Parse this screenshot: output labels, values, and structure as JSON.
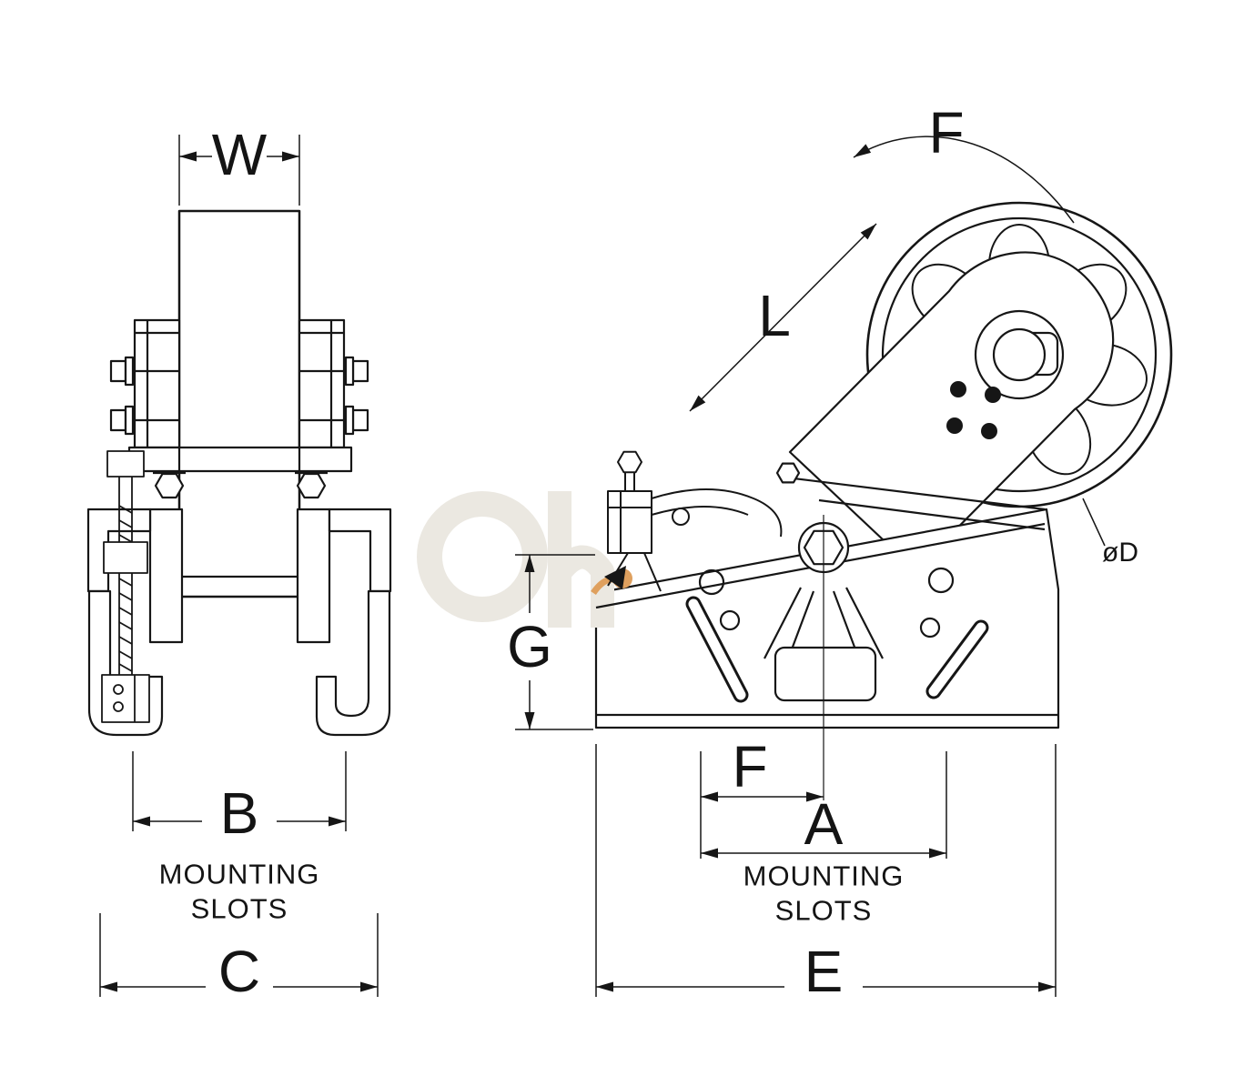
{
  "front_view": {
    "dim_width_label": "W",
    "dim_slot_span_label": "B",
    "dim_overall_width_label": "C",
    "mounting_slots_line1": "MOUNTING",
    "mounting_slots_line2": "SLOTS"
  },
  "side_view": {
    "swivel_arc_label": "F",
    "dim_lead_label": "L",
    "dim_wheel_diameter_label": "øD",
    "dim_height_label": "G",
    "dim_offset_label": "F",
    "dim_slot_span_label": "A",
    "dim_overall_length_label": "E",
    "mounting_slots_line1": "MOUNTING",
    "mounting_slots_line2": "SLOTS"
  },
  "colors": {
    "line": "#161616",
    "background": "#ffffff",
    "watermark_gray": "#ebe8e1",
    "watermark_orange": "#dfa05e"
  }
}
